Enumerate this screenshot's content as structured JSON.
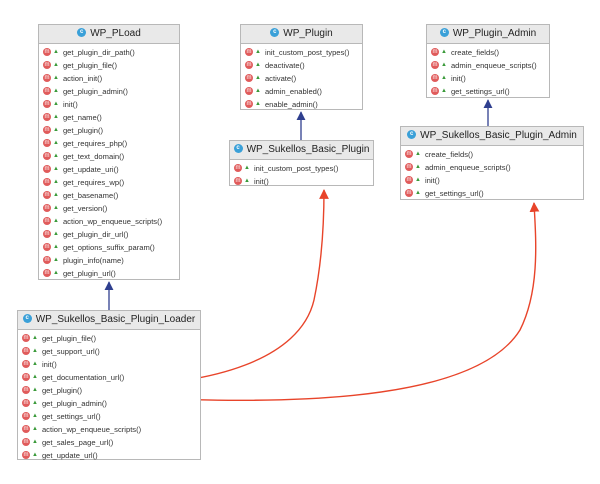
{
  "classes": {
    "pload": {
      "name": "WP_PLoad",
      "methods": [
        "get_plugin_dir_path()",
        "get_plugin_file()",
        "action_init()",
        "get_plugin_admin()",
        "init()",
        "get_name()",
        "get_plugin()",
        "get_requires_php()",
        "get_text_domain()",
        "get_update_uri()",
        "get_requires_wp()",
        "get_basename()",
        "get_version()",
        "action_wp_enqueue_scripts()",
        "get_plugin_dir_url()",
        "get_options_suffix_param()",
        "plugin_info(name)",
        "get_plugin_url()"
      ]
    },
    "wp_plugin": {
      "name": "WP_Plugin",
      "methods": [
        "init_custom_post_types()",
        "deactivate()",
        "activate()",
        "admin_enabled()",
        "enable_admin()"
      ]
    },
    "wp_plugin_admin": {
      "name": "WP_Plugin_Admin",
      "methods": [
        "create_fields()",
        "admin_enqueue_scripts()",
        "init()",
        "get_settings_url()"
      ]
    },
    "basic_plugin": {
      "name": "WP_Sukellos_Basic_Plugin",
      "methods": [
        "init_custom_post_types()",
        "init()"
      ]
    },
    "basic_plugin_admin": {
      "name": "WP_Sukellos_Basic_Plugin_Admin",
      "methods": [
        "create_fields()",
        "admin_enqueue_scripts()",
        "init()",
        "get_settings_url()"
      ]
    },
    "loader": {
      "name": "WP_Sukellos_Basic_Plugin_Loader",
      "methods": [
        "get_plugin_file()",
        "get_support_url()",
        "init()",
        "get_documentation_url()",
        "get_plugin()",
        "get_plugin_admin()",
        "get_settings_url()",
        "action_wp_enqueue_scripts()",
        "get_sales_page_url()",
        "get_update_url()"
      ]
    }
  },
  "icons": {
    "class_badge": "c-circle-icon",
    "method_badge": "m-circle-icon",
    "visibility": "public-visibility-icon"
  },
  "colors": {
    "class_badge": "#3aa0d8",
    "method_badge": "#e05b5b",
    "inheritance_arrow": "#2f3f8f",
    "association_arrow": "#e8442a",
    "title_background": "#e9e9e9"
  },
  "relations": [
    {
      "type": "inheritance",
      "from": "WP_Sukellos_Basic_Plugin_Loader",
      "to": "WP_PLoad"
    },
    {
      "type": "inheritance",
      "from": "WP_Sukellos_Basic_Plugin",
      "to": "WP_Plugin"
    },
    {
      "type": "inheritance",
      "from": "WP_Sukellos_Basic_Plugin_Admin",
      "to": "WP_Plugin_Admin"
    },
    {
      "type": "association",
      "from": "get_plugin()",
      "to": "WP_Sukellos_Basic_Plugin"
    },
    {
      "type": "association",
      "from": "get_plugin_admin()",
      "to": "WP_Sukellos_Basic_Plugin_Admin"
    }
  ]
}
